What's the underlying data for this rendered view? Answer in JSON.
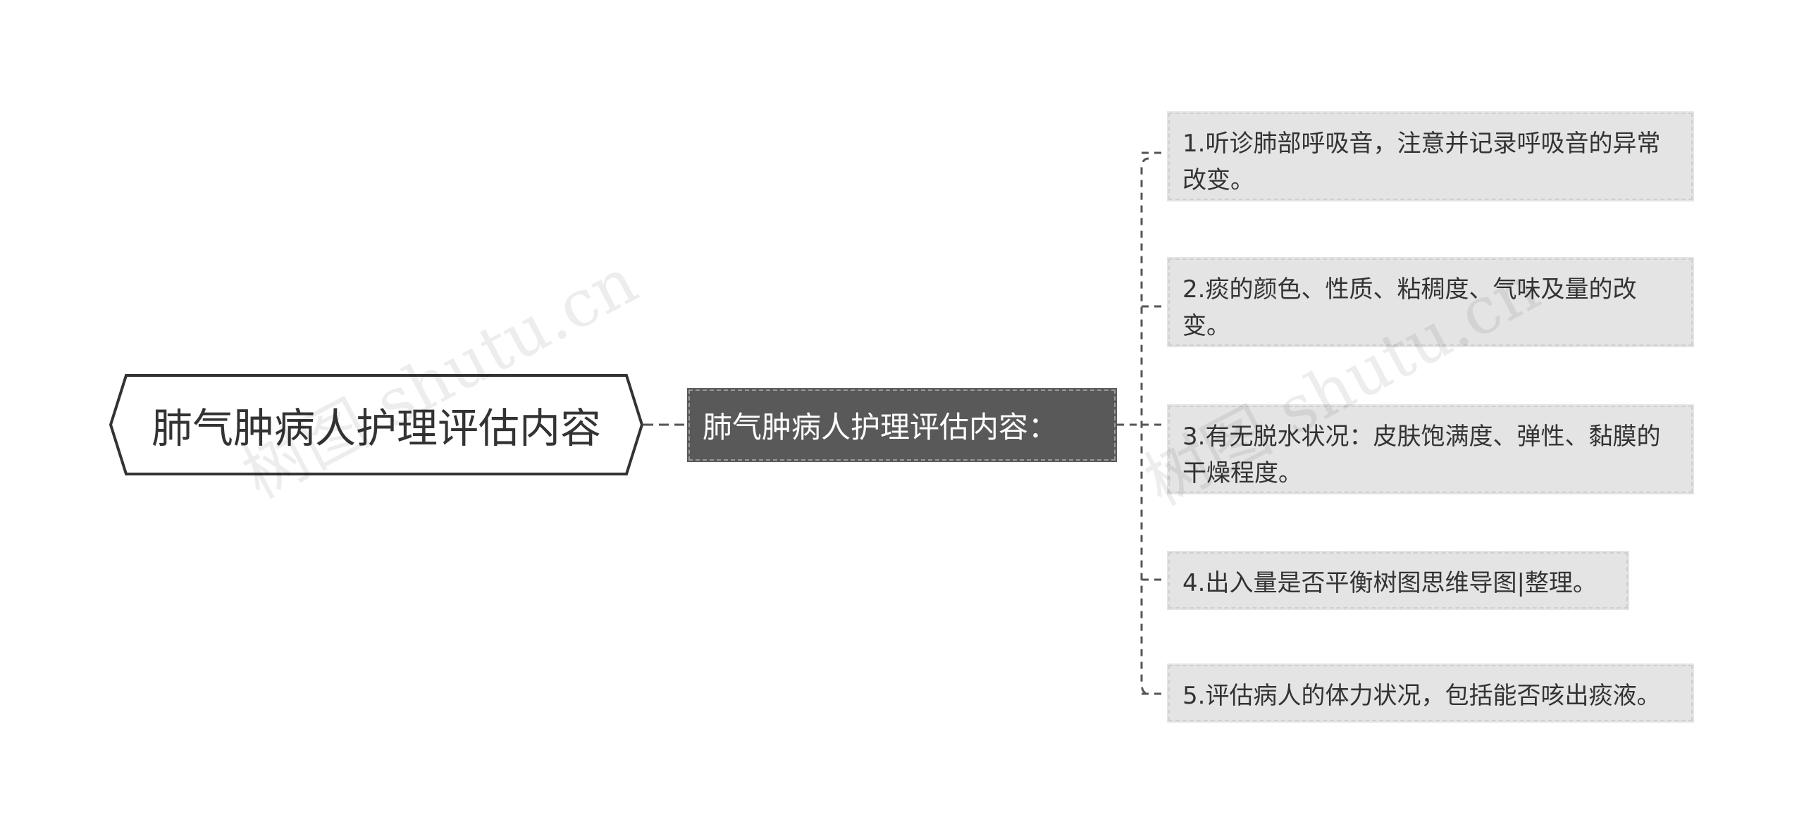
{
  "root": {
    "label": "肺气肿病人护理评估内容"
  },
  "branch": {
    "label": "肺气肿病人护理评估内容："
  },
  "items": [
    {
      "label": "1.听诊肺部呼吸音，注意并记录呼吸音的异常改变。"
    },
    {
      "label": "2.痰的颜色、性质、粘稠度、气味及量的改变。"
    },
    {
      "label": "3.有无脱水状况：皮肤饱满度、弹性、黏膜的干燥程度。"
    },
    {
      "label": "4.出入量是否平衡树图思维导图|整理。"
    },
    {
      "label": "5.评估病人的体力状况，包括能否咳出痰液。"
    }
  ],
  "watermark": {
    "text": "树图 shutu.cn"
  },
  "colors": {
    "root_border": "#333333",
    "branch_fill": "#595959",
    "leaf_fill": "#e4e4e4",
    "connector": "#555555"
  }
}
